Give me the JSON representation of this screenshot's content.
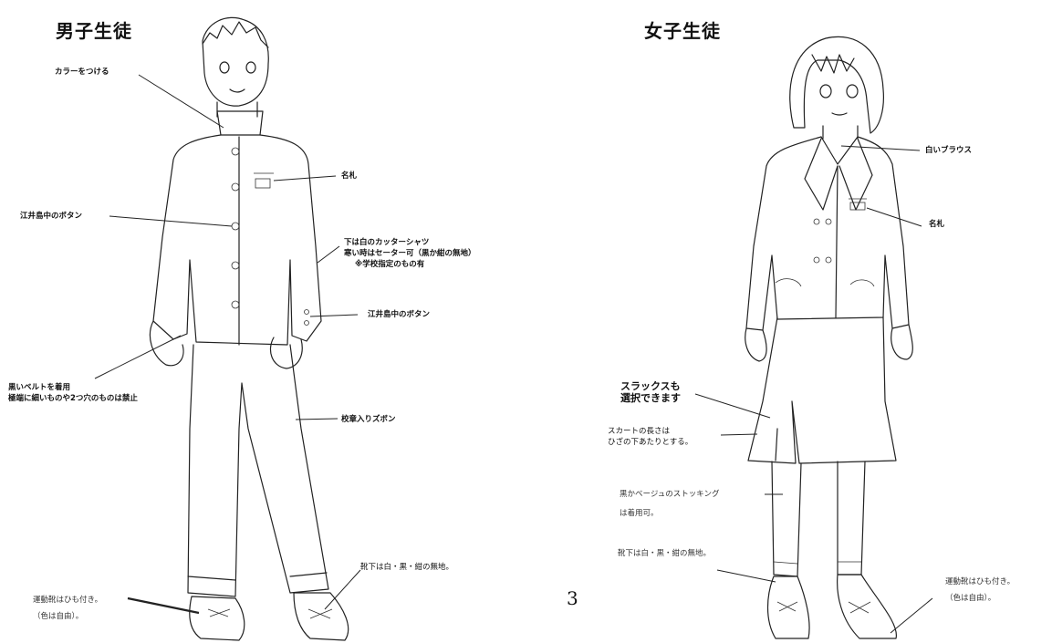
{
  "boy": {
    "title": "男子生徒",
    "labels": {
      "collar": "カラーをつける",
      "nametag": "名札",
      "button_front": "江井島中のボタン",
      "shirt": [
        "下は白のカッターシャツ",
        "寒い時はセーター可（黒か紺の無地）",
        "※学校指定のもの有"
      ],
      "button_cuff": "江井島中のボタン",
      "belt": [
        "黒いベルトを着用",
        "極端に細いものや2つ穴のものは禁止"
      ],
      "trousers": "校章入りズボン",
      "socks": "靴下は白・黒・紺の無地。",
      "shoes": [
        "運動靴はひも付き。",
        "（色は自由）。"
      ]
    }
  },
  "girl": {
    "title": "女子生徒",
    "labels": {
      "blouse": "白いブラウス",
      "nametag": "名札",
      "slacks": [
        "スラックスも",
        "選択できます"
      ],
      "skirt": [
        "スカートの長さは",
        "ひざの下あたりとする。"
      ],
      "stockings": [
        "黒かベージュのストッキング",
        "は着用可。"
      ],
      "socks": "靴下は白・黒・紺の無地。",
      "shoes": [
        "運動靴はひも付き。",
        "（色は自由）。"
      ]
    }
  },
  "page_number": "3"
}
